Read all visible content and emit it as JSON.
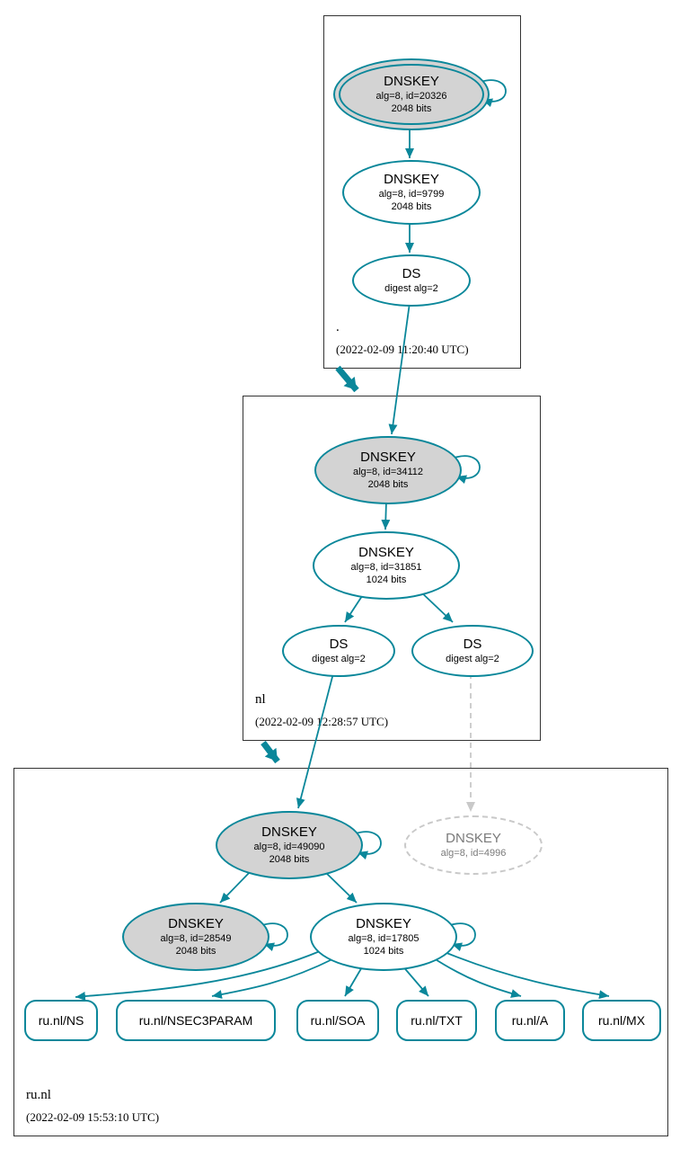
{
  "colors": {
    "edge_teal": "#0a879a",
    "ksk_fill": "#d3d3d3",
    "missing_gray": "#c9c9c9"
  },
  "zones": {
    "root": {
      "label": ".",
      "timestamp": "(2022-02-09 11:20:40 UTC)",
      "ksk": {
        "title": "DNSKEY",
        "alg": "alg=8, id=20326",
        "bits": "2048 bits"
      },
      "zsk": {
        "title": "DNSKEY",
        "alg": "alg=8, id=9799",
        "bits": "2048 bits"
      },
      "ds": {
        "title": "DS",
        "digest": "digest alg=2"
      }
    },
    "nl": {
      "label": "nl",
      "timestamp": "(2022-02-09 12:28:57 UTC)",
      "ksk": {
        "title": "DNSKEY",
        "alg": "alg=8, id=34112",
        "bits": "2048 bits"
      },
      "zsk": {
        "title": "DNSKEY",
        "alg": "alg=8, id=31851",
        "bits": "1024 bits"
      },
      "ds_left": {
        "title": "DS",
        "digest": "digest alg=2"
      },
      "ds_right": {
        "title": "DS",
        "digest": "digest alg=2"
      }
    },
    "runl": {
      "label": "ru.nl",
      "timestamp": "(2022-02-09 15:53:10 UTC)",
      "ksk": {
        "title": "DNSKEY",
        "alg": "alg=8, id=49090",
        "bits": "2048 bits"
      },
      "missing": {
        "title": "DNSKEY",
        "alg": "alg=8, id=4996"
      },
      "ksk2": {
        "title": "DNSKEY",
        "alg": "alg=8, id=28549",
        "bits": "2048 bits"
      },
      "zsk": {
        "title": "DNSKEY",
        "alg": "alg=8, id=17805",
        "bits": "1024 bits"
      },
      "rrsets": {
        "ns": "ru.nl/NS",
        "nsec3param": "ru.nl/NSEC3PARAM",
        "soa": "ru.nl/SOA",
        "txt": "ru.nl/TXT",
        "a": "ru.nl/A",
        "mx": "ru.nl/MX"
      }
    }
  }
}
